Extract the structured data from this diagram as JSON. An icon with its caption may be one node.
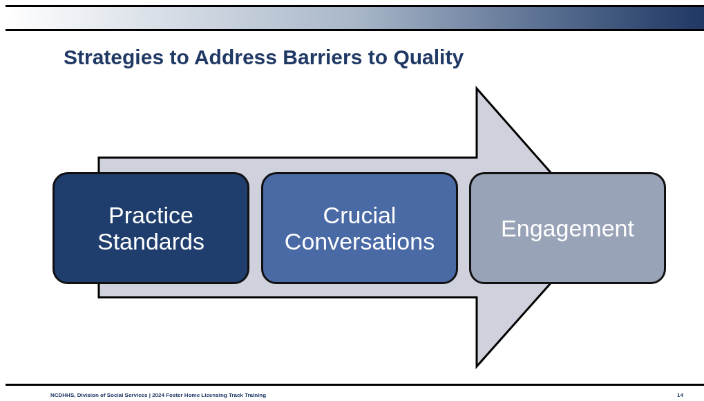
{
  "diagram": {
    "title": "Strategies to Address Barriers to Quality",
    "nodes": [
      {
        "text": [
          "Practice Standards"
        ]
      },
      {
        "text": [
          "Crucial Conversations"
        ]
      },
      {
        "text": [
          "Engagement"
        ]
      }
    ],
    "edges": [
      {
        "from": 0,
        "to": 2,
        "arrow": "to"
      }
    ],
    "labels": [
      "NCDHHS, Division of Social Services | 2024 Foster Home Licensing Track Training",
      "14"
    ]
  }
}
